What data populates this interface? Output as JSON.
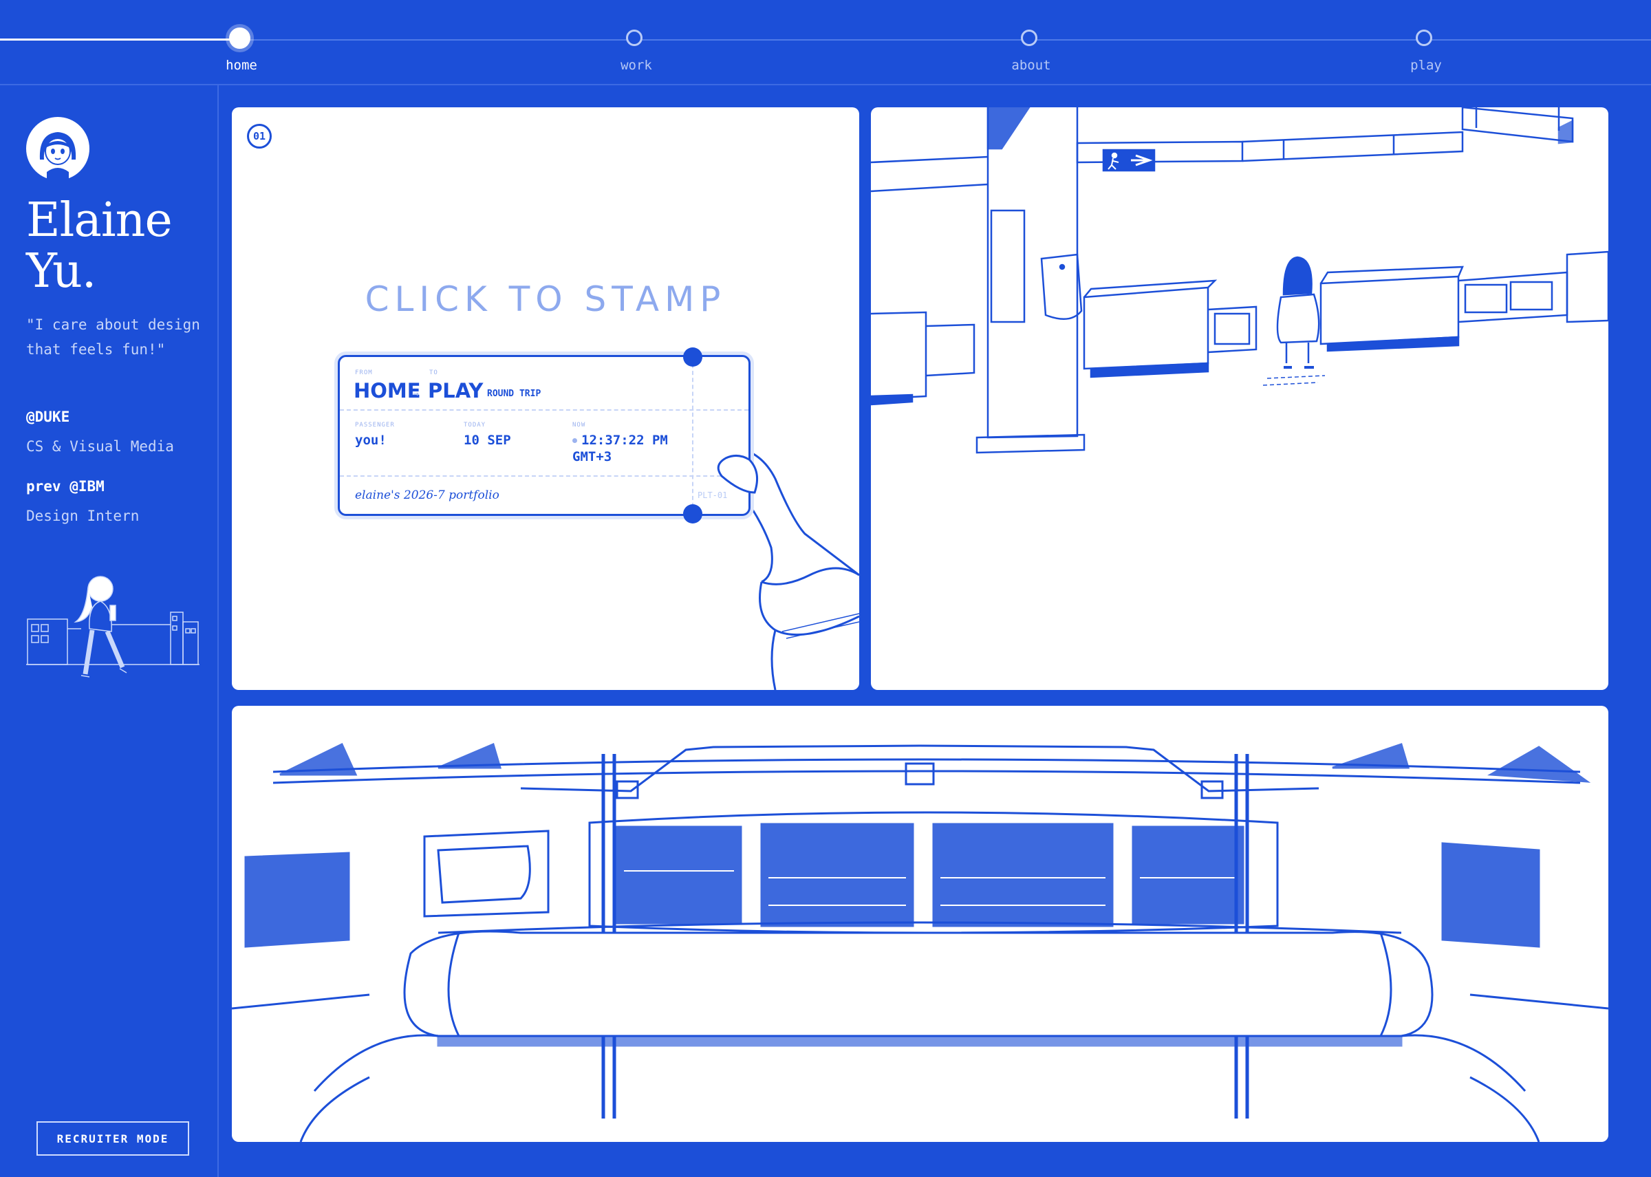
{
  "nav": {
    "stops": [
      {
        "label": "home",
        "active": true
      },
      {
        "label": "work",
        "active": false
      },
      {
        "label": "about",
        "active": false
      },
      {
        "label": "play",
        "active": false
      }
    ]
  },
  "sidebar": {
    "name_line1": "Elaine",
    "name_line2": "Yu.",
    "quote": "\"I care about design that feels fun!\"",
    "org1": "@DUKE",
    "role1": "CS & Visual Media",
    "org2": "prev @IBM",
    "role2": "Design Intern",
    "recruiter_label": "RECRUITER MODE"
  },
  "panel1": {
    "badge": "01",
    "hint": "CLICK TO STAMP",
    "ticket": {
      "from_label": "FROM",
      "to_label": "TO",
      "from": "HOME",
      "arrow": "→",
      "to": "PLAY",
      "trip": "ROUND TRIP",
      "passenger_label": "PASSENGER",
      "passenger": "you!",
      "today_label": "TODAY",
      "today": "10 SEP",
      "now_label": "NOW",
      "time": "12:37:22 PM",
      "tz": "GMT+3",
      "signature": "elaine's 2026-7 portfolio",
      "code": "PLT-01"
    }
  },
  "colors": {
    "brand_blue": "#1c4fd8",
    "panel_white": "#ffffff",
    "muted_blue": "#8da9ee"
  }
}
